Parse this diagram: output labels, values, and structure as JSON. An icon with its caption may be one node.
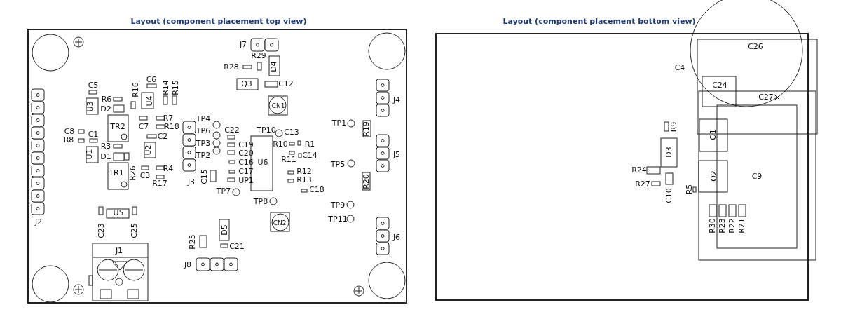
{
  "diagram": {
    "labels": [
      "Layout (component placement top view)",
      "Layout (component placement bottom view)",
      "J7",
      "R29",
      "R28",
      "D4",
      "C5",
      "C6",
      "Q3",
      "C12",
      "R16",
      "R14",
      "R15",
      "R6",
      "J4",
      "U4",
      "U3",
      "D2",
      "CN1",
      "R7",
      "TP4",
      "TP1",
      "C8",
      "C1",
      "TR2",
      "C7",
      "R18",
      "TP6",
      "C22",
      "TP10",
      "C13",
      "R19",
      "R8",
      "R3",
      "C2",
      "TP3",
      "C19",
      "R10",
      "R1",
      "U1",
      "D1",
      "U2",
      "TP2",
      "C20",
      "C14",
      "J5",
      "C16",
      "U6",
      "R11",
      "TP5",
      "TR1",
      "R26",
      "R4",
      "C17",
      "R12",
      "C3",
      "R17",
      "J3",
      "C15",
      "UP1",
      "R13",
      "R20",
      "TP7",
      "C18",
      "TP8",
      "TP9",
      "U5",
      "TP11",
      "J2",
      "CN2",
      "C23",
      "C25",
      "D5",
      "R25",
      "J6",
      "C21",
      "J1",
      "J8",
      "C26",
      "C4",
      "C24",
      "C27",
      "R9",
      "Q1",
      "D3",
      "R24",
      "Q2",
      "C9",
      "R27",
      "R5",
      "C10",
      "R30",
      "R23",
      "R22",
      "R21"
    ]
  }
}
